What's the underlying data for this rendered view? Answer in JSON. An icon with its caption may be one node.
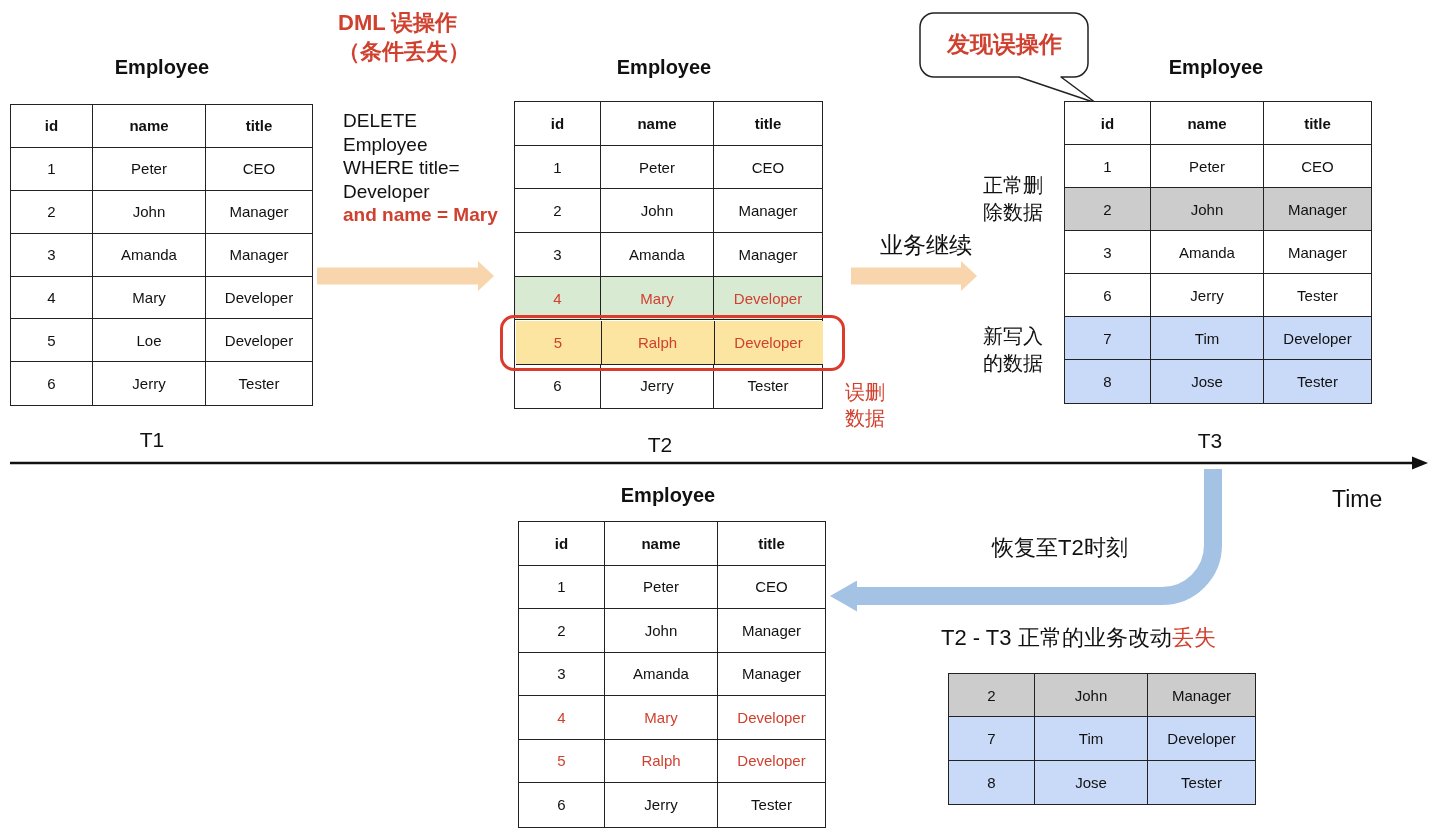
{
  "diagram": {
    "nodes": [
      {
        "text": [
          "Employee",
          "id",
          "name",
          "title",
          "1",
          "Peter",
          "CEO",
          "2",
          "John",
          "Manager",
          "3",
          "Amanda",
          "Manager",
          "4",
          "Mary",
          "Developer",
          "5",
          "Loe",
          "Developer",
          "6",
          "Jerry",
          "Tester"
        ],
        "beside": [
          "T1"
        ]
      },
      {
        "text": [
          "Employee",
          "id",
          "name",
          "title",
          "1",
          "Peter",
          "CEO",
          "2",
          "John",
          "Manager",
          "3",
          "Amanda",
          "Manager",
          "4",
          "Mary",
          "Developer",
          "6",
          "Jerry",
          "Tester"
        ],
        "beside": [
          "T2"
        ]
      },
      {
        "text": [
          "5",
          "Ralph",
          "Developer"
        ],
        "in": 1,
        "beside": [
          "误删数据"
        ]
      },
      {
        "text": [
          "发现误操作"
        ]
      },
      {
        "text": [
          "Employee",
          "id",
          "name",
          "title",
          "1",
          "Peter",
          "CEO",
          "2",
          "John",
          "Manager",
          "3",
          "Amanda",
          "Manager",
          "6",
          "Jerry",
          "Tester",
          "7",
          "Tim",
          "Developer",
          "8",
          "Jose",
          "Tester"
        ],
        "beside": [
          "正常删除数据",
          "新写入的数据",
          "T3"
        ]
      },
      {
        "text": [
          "Employee",
          "id",
          "name",
          "title",
          "1",
          "Peter",
          "CEO",
          "2",
          "John",
          "Manager",
          "3",
          "Amanda",
          "Manager",
          "4",
          "Mary",
          "Developer",
          "5",
          "Ralph",
          "Developer",
          "6",
          "Jerry",
          "Tester"
        ]
      },
      {
        "text": [
          "T2 - T3 正常的业务改动",
          "丢失",
          "2",
          "John",
          "Manager",
          "7",
          "Tim",
          "Developer",
          "8",
          "Jose",
          "Tester"
        ]
      }
    ],
    "edges": [
      {
        "from": 0,
        "to": 1,
        "arrow": "to",
        "label": "DELETE Employee WHERE title= Developer **and name = Mary**"
      },
      {
        "from": 1,
        "to": 4,
        "arrow": "to",
        "label": "业务继续"
      },
      {
        "from": 4,
        "to": 5,
        "arrow": "to",
        "label": "恢复至T2时刻",
        "color": "#a4c2e4"
      }
    ],
    "labels": [
      "DML 误操作（条件丢失）",
      "Time"
    ]
  }
}
